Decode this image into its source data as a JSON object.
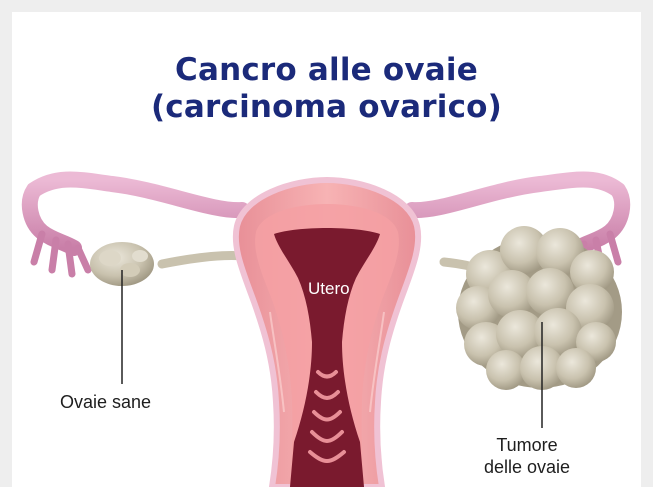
{
  "title": {
    "line1": "Cancro alle ovaie",
    "line2": "(carcinoma ovarico)"
  },
  "labels": {
    "healthy_ovaries": "Ovaie sane",
    "uterus": "Utero",
    "tumor_line1": "Tumore",
    "tumor_line2": "delle ovaie"
  },
  "colors": {
    "title": "#1b2a7a",
    "tissue_pink": "#e7a6c6",
    "uterus_outer": "#f4a5a7",
    "cavity": "#7a1a2e",
    "ovary": "#c9c2ae"
  }
}
